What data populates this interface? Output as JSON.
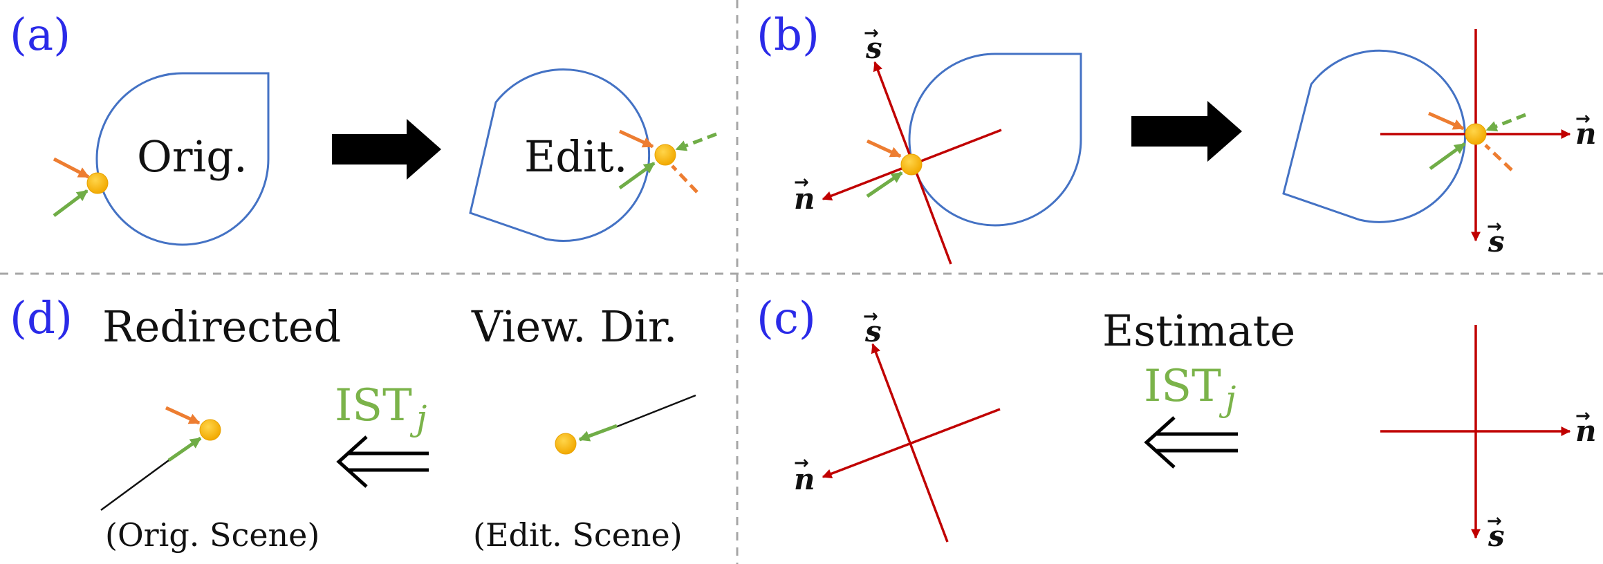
{
  "panels": {
    "a": {
      "label": "(a)",
      "orig_text": "Orig.",
      "edit_text": "Edit."
    },
    "b": {
      "label": "(b)",
      "s_vector": "s",
      "n_vector": "n"
    },
    "c": {
      "label": "(c)",
      "estimate_text": "Estimate",
      "ist_text": "IST",
      "ist_sub": "j",
      "s_vector": "s",
      "n_vector": "n"
    },
    "d": {
      "label": "(d)",
      "redirected_text": "Redirected",
      "view_dir_text": "View. Dir.",
      "ist_text": "IST",
      "ist_sub": "j",
      "orig_scene_text": "(Orig. Scene)",
      "edit_scene_text": "(Edit. Scene)"
    }
  },
  "colors": {
    "panel_label": "#2a2ae8",
    "shape_outline": "#4472c4",
    "axis": "#c00000",
    "orange_ray": "#ed7d31",
    "green_ray": "#70ad47",
    "point": "#ffc000",
    "ist_text": "#7bb34a",
    "divider": "#a6a6a6"
  }
}
